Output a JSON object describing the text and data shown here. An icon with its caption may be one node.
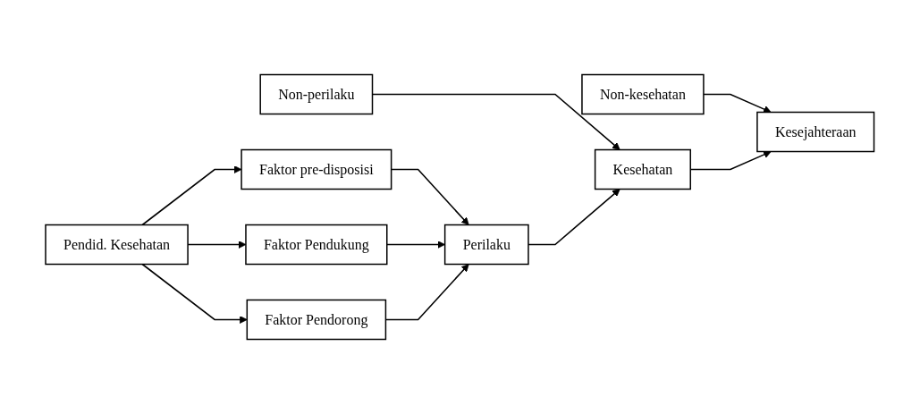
{
  "diagram": {
    "nodes": [
      {
        "text": [
          "Pendid. Kesehatan"
        ]
      },
      {
        "text": [
          "Faktor pre-disposisi"
        ]
      },
      {
        "text": [
          "Faktor Pendukung"
        ]
      },
      {
        "text": [
          "Faktor Pendorong"
        ]
      },
      {
        "text": [
          "Perilaku"
        ]
      },
      {
        "text": [
          "Non-perilaku"
        ]
      },
      {
        "text": [
          "Kesehatan"
        ]
      },
      {
        "text": [
          "Non-kesehatan"
        ]
      },
      {
        "text": [
          "Kesejahteraan"
        ]
      }
    ],
    "edges": [
      {
        "from": 0,
        "to": 1,
        "arrow": "to"
      },
      {
        "from": 0,
        "to": 2,
        "arrow": "to"
      },
      {
        "from": 0,
        "to": 3,
        "arrow": "to"
      },
      {
        "from": 1,
        "to": 4,
        "arrow": "to"
      },
      {
        "from": 2,
        "to": 4,
        "arrow": "to"
      },
      {
        "from": 3,
        "to": 4,
        "arrow": "to"
      },
      {
        "from": 4,
        "to": 6,
        "arrow": "to"
      },
      {
        "from": 5,
        "to": 6,
        "arrow": "to"
      },
      {
        "from": 6,
        "to": 8,
        "arrow": "to"
      },
      {
        "from": 7,
        "to": 8,
        "arrow": "to"
      }
    ]
  }
}
